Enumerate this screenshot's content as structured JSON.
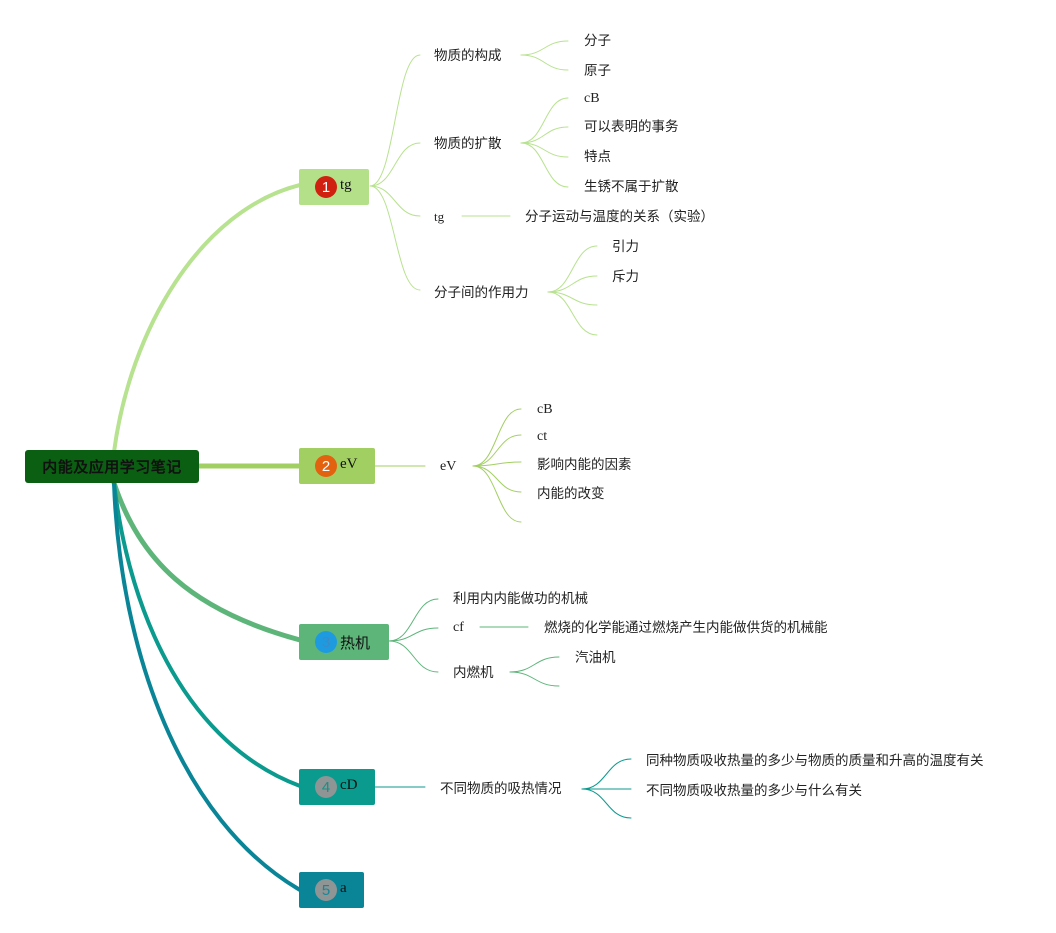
{
  "root": {
    "label": "内能及应用学习笔记",
    "color": "#0b5f12"
  },
  "topics": [
    {
      "index": "1",
      "label": "tg",
      "color": "#b4e08a",
      "badge_color": "#d0200f",
      "badge_text_color": "#ffffff",
      "line_color": "#b7e28f",
      "children": [
        {
          "label": "物质的构成",
          "children": [
            {
              "label": "分子"
            },
            {
              "label": "原子"
            }
          ]
        },
        {
          "label": "物质的扩散",
          "children": [
            {
              "label": "cB"
            },
            {
              "label": "可以表明的事务"
            },
            {
              "label": "特点"
            },
            {
              "label": "生锈不属于扩散"
            }
          ]
        },
        {
          "label": "tg",
          "children": [
            {
              "label": "分子运动与温度的关系（实验）"
            }
          ]
        },
        {
          "label": "分子间的作用力",
          "children": [
            {
              "label": "引力"
            },
            {
              "label": "斥力"
            },
            {
              "label": ""
            },
            {
              "label": ""
            }
          ]
        }
      ]
    },
    {
      "index": "2",
      "label": "eV",
      "color": "#a2cf62",
      "badge_color": "#e2620f",
      "badge_text_color": "#ffffff",
      "line_color": "#a2cf62",
      "children": [
        {
          "label": "eV",
          "children": [
            {
              "label": "cB"
            },
            {
              "label": "ct"
            },
            {
              "label": "影响内能的因素"
            },
            {
              "label": "内能的改变"
            },
            {
              "label": ""
            }
          ]
        }
      ]
    },
    {
      "index": "3",
      "label": "热机",
      "color": "#5db57a",
      "badge_color": "#1e9be0",
      "badge_text_color": "#3a8bc8",
      "line_color": "#5db57a",
      "children": [
        {
          "label": "利用内内能做功的机械",
          "children": []
        },
        {
          "label": "cf",
          "children": [
            {
              "label": "燃烧的化学能通过燃烧产生内能做供货的机械能"
            }
          ]
        },
        {
          "label": "内燃机",
          "children": [
            {
              "label": "汽油机"
            },
            {
              "label": ""
            }
          ]
        }
      ]
    },
    {
      "index": "4",
      "label": "cD",
      "color": "#0b9a8e",
      "badge_color": "#8e9594",
      "badge_text_color": "#1a8f86",
      "line_color": "#0b9a8e",
      "children": [
        {
          "label": "不同物质的吸热情况",
          "children": [
            {
              "label": "同种物质吸收热量的多少与物质的质量和升高的温度有关"
            },
            {
              "label": "不同物质吸收热量的多少与什么有关"
            },
            {
              "label": ""
            }
          ]
        }
      ]
    },
    {
      "index": "5",
      "label": "a",
      "color": "#0a8597",
      "badge_color": "#8e9594",
      "badge_text_color": "#1a8597",
      "line_color": "#0a8597",
      "children": []
    }
  ]
}
